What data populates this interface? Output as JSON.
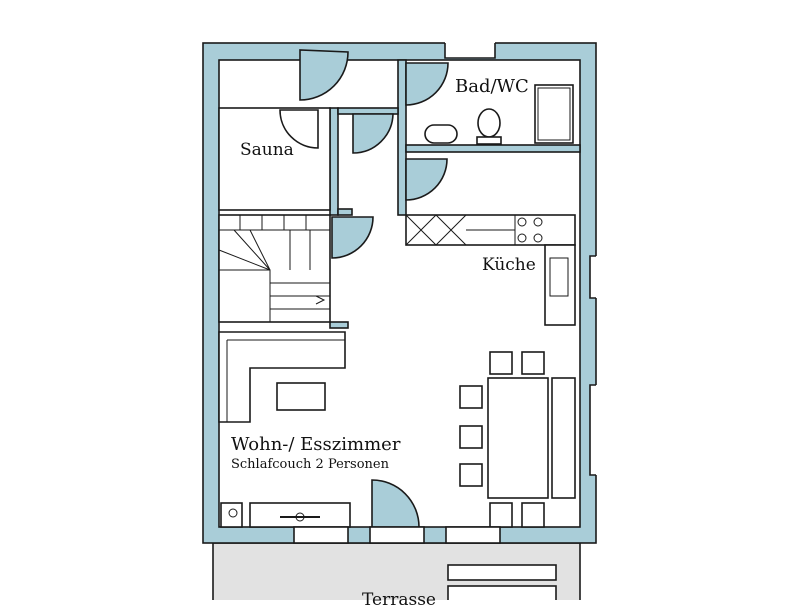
{
  "colors": {
    "wall": "#a9cdd8",
    "line": "#1a1a1a",
    "terrace": "#e2e2e2"
  },
  "rooms": {
    "bath": "Bad/WC",
    "sauna": "Sauna",
    "kitchen": "Küche",
    "living": "Wohn-/ Esszimmer",
    "living_note": "Schlafcouch 2 Personen",
    "terrace": "Terrasse"
  }
}
